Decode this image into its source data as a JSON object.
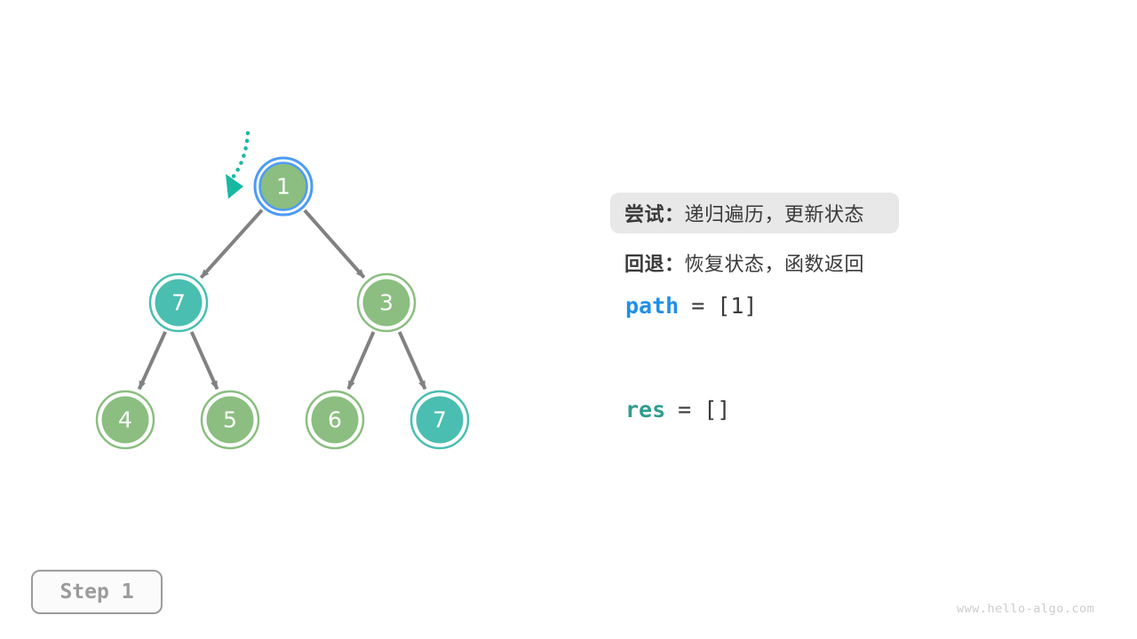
{
  "colors": {
    "node_green": "#8BBE80",
    "node_teal": "#4ABEB0",
    "highlight_blue": "#4C9BF5",
    "edge_gray": "#818181",
    "arrow_teal": "#17B8A2",
    "path_blue": "#1E8FE8",
    "res_teal": "#2F9D8E",
    "text_dark": "#3A3A3A"
  },
  "tree": {
    "nodes": [
      {
        "label": "1",
        "color": "green",
        "highlighted": true,
        "role": "root, current node"
      },
      {
        "label": "7",
        "color": "teal",
        "highlighted": false,
        "role": "left child of 1"
      },
      {
        "label": "3",
        "color": "green",
        "highlighted": false,
        "role": "right child of 1"
      },
      {
        "label": "4",
        "color": "green",
        "highlighted": false,
        "role": "left child of 7"
      },
      {
        "label": "5",
        "color": "green",
        "highlighted": false,
        "role": "right child of 7"
      },
      {
        "label": "6",
        "color": "green",
        "highlighted": false,
        "role": "left child of 3"
      },
      {
        "label": "7",
        "color": "teal",
        "highlighted": false,
        "role": "right child of 3"
      }
    ],
    "edges": [
      {
        "from": 0,
        "to": 1
      },
      {
        "from": 0,
        "to": 2
      },
      {
        "from": 1,
        "to": 3
      },
      {
        "from": 1,
        "to": 4
      },
      {
        "from": 2,
        "to": 5
      },
      {
        "from": 2,
        "to": 6
      }
    ]
  },
  "panel": {
    "try_label": "尝试：",
    "try_text": "递归遍历，更新状态",
    "backtrack_label": "回退：",
    "backtrack_text": "恢复状态，函数返回",
    "path_line": {
      "var": "path",
      "eq": "=",
      "value": "[1]"
    },
    "res_line": {
      "var": "res",
      "eq": "=",
      "value": "[]"
    }
  },
  "step_badge": {
    "label": "Step 1"
  },
  "watermark": "www.hello-algo.com"
}
